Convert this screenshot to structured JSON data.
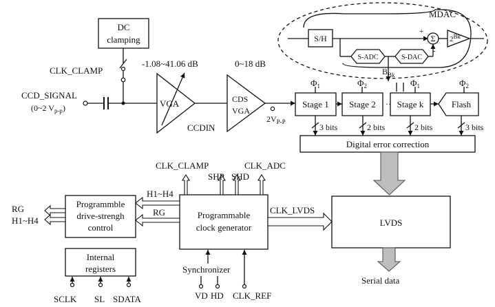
{
  "dc_clamping": [
    "DC",
    "clamping"
  ],
  "clk_clamp_in": "CLK_CLAMP",
  "ccd_signal": "CCD_SIGNAL",
  "ccd_range": "(0~2 V",
  "ccd_range_sub": "p-p",
  "ccd_range_close": ")",
  "vga_gain": "-1.08~41.06 dB",
  "vga_label": "VGA",
  "ccdin": "CCDIN",
  "cds_gain": "0~18 dB",
  "cds_vga": [
    "CDS",
    "VGA"
  ],
  "cds_out": "2V",
  "cds_out_sub": "P-P",
  "mdac": {
    "title": "MDAC",
    "sh": "S/H",
    "sadc": "S-ADC",
    "sdac": "S-DAC",
    "plus": "+",
    "minus": "-",
    "sigma": "Σ",
    "gain": "2",
    "gain_sup": "Bk",
    "b_label": "B",
    "b_sub": "Bk"
  },
  "stages": [
    "Stage 1",
    "Stage 2",
    "Stage k"
  ],
  "stage_dots": "···",
  "flash": "Flash",
  "phi": "Φ",
  "phi_subs": [
    "1",
    "2",
    "1",
    "2"
  ],
  "bits": [
    "3 bits",
    "2 bits",
    "2 bits",
    "3 bits"
  ],
  "dec": "Digital error correction",
  "clockgen_outs": {
    "clk_clamp": "CLK_CLAMP",
    "shp": "SHP",
    "shd": "SHD",
    "clk_adc": "CLK_ADC"
  },
  "pdc": [
    "Programmble",
    "drive-strengh",
    "control"
  ],
  "h_bus": "H1~H4",
  "rg_bus": "RG",
  "out_rg": "RG",
  "out_h": "H1~H4",
  "pcg": [
    "Programmable",
    "clock generator"
  ],
  "clk_lvds": "CLK_LVDS",
  "lvds": "LVDS",
  "serial_data": "Serial data",
  "internal_regs": [
    "Internal",
    "registers"
  ],
  "reg_pins": [
    "SCLK",
    "SL",
    "SDATA"
  ],
  "synchronizer": "Synchronizer",
  "clk_pins": [
    "VD",
    "HD",
    "CLK_REF"
  ]
}
